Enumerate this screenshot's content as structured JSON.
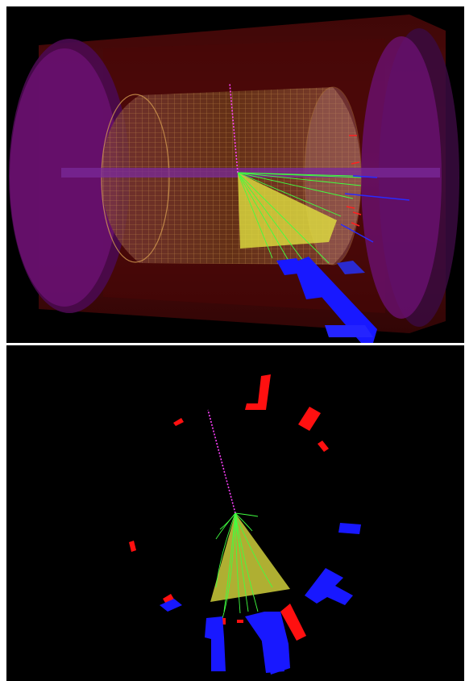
{
  "views": [
    {
      "name": "3d-perspective-view",
      "background": "#000000"
    },
    {
      "name": "transverse-xy-view",
      "background": "#000000"
    }
  ],
  "colors": {
    "background": "#000000",
    "outer_calorimeter": "#5a0a0a",
    "endcap_disk": "#6a1070",
    "tracker_mesh": "#d29a50",
    "jet_cone": "#e0e040",
    "charged_track": "#40ff40",
    "muon_track": "#ff40ff",
    "ecal_deposit": "#ff1010",
    "hcal_deposit": "#1818ff"
  },
  "icons": [
    "detector-event-display"
  ]
}
